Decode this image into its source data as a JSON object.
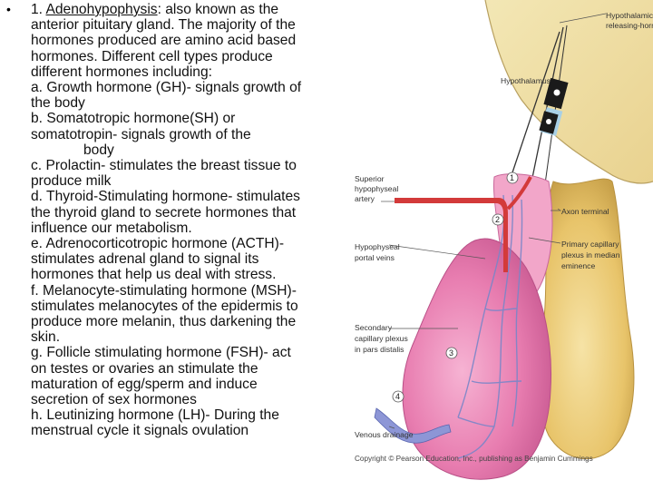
{
  "bullet": "•",
  "lines": {
    "l1_prefix": "1. ",
    "l1_term": "Adenohypophysis",
    "l1_rest": ": also known as the",
    "l2": "anterior pituitary gland. The majority of the",
    "l3": "hormones produced are amino acid based",
    "l4": "hormones. Different cell types produce",
    "l5": "different hormones including:",
    "l6": "a. Growth hormone (GH)- signals growth of",
    "l7": "the body",
    "l8": "b. Somatotropic hormone(SH) or",
    "l9": "somatotropin- signals growth of the",
    "l10": "body",
    "l11": "c. Prolactin- stimulates the breast tissue to",
    "l12": "produce milk",
    "l13": "d. Thyroid-Stimulating hormone- stimulates",
    "l14": "the thyroid gland to secrete hormones that",
    "l15": "influence our metabolism.",
    "l16": "e. Adrenocorticotropic hormone (ACTH)-",
    "l17": "stimulates adrenal gland to signal its",
    "l18": "hormones that help us deal with stress.",
    "l19": "f. Melanocyte-stimulating hormone (MSH)-",
    "l20": "stimulates melanocytes of the epidermis to",
    "l21": "produce more melanin, thus darkening the",
    "l22": "skin.",
    "l23": "g. Follicle stimulating hormone (FSH)- act",
    "l24": "on testes or ovaries an stimulate the",
    "l25": "maturation of egg/sperm and induce",
    "l26": "secretion of sex hormones",
    "l27": "h. Leutinizing hormone (LH)- During the",
    "l28": "menstrual cycle it signals ovulation"
  },
  "figure": {
    "labels": {
      "hypothalamic_neuron_1": "Hypothalamic neur",
      "hypothalamic_neuron_2": "releasing-hormone",
      "hypothalamus": "Hypothalamus",
      "superior_1": "Superior",
      "superior_2": "hypophyseal",
      "superior_3": "artery",
      "axon_terminal": "Axon terminal",
      "hypophyseal_1": "Hypophyseal",
      "hypophyseal_2": "portal veins",
      "primary_1": "Primary capillary",
      "primary_2": "plexus in median",
      "primary_3": "eminence",
      "secondary_1": "Secondary",
      "secondary_2": "capillary plexus",
      "secondary_3": "in pars distalis",
      "venous_drainage": "Venous drainage"
    },
    "numbers": [
      "1",
      "2",
      "3",
      "4"
    ],
    "copyright": "Copyright © Pearson Education, Inc., publishing as Benjamin Cummings",
    "colors": {
      "gland_pink": "#e87db0",
      "posterior_yellow": "#e8c46a",
      "artery_red": "#d33a3a",
      "vein_blue": "#7a86c8"
    }
  }
}
